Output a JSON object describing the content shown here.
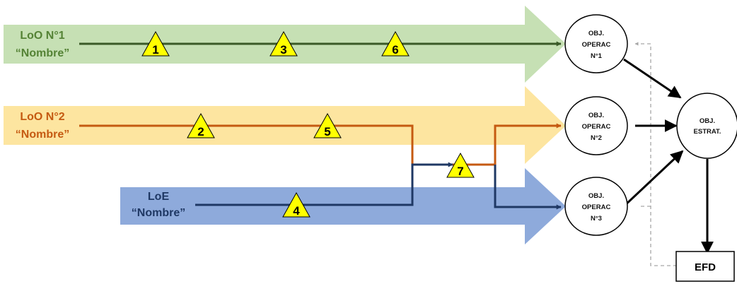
{
  "colors": {
    "loo1_band": "#c6e0b4",
    "loo1_line": "#3a5a27",
    "loo1_text": "#548235",
    "loo2_band": "#fde5a0",
    "loo2_line": "#c55a11",
    "loo2_text": "#c55a11",
    "loe_band": "#8eaadb",
    "loe_line": "#1f3864",
    "loe_text": "#1f3864",
    "milestone_fill": "#ffff00",
    "feedback_dash": "#a6a6a6"
  },
  "lines": {
    "loo1": {
      "title": "LoO N°1",
      "subtitle": "“Nombre”"
    },
    "loo2": {
      "title": "LoO N°2",
      "subtitle": "“Nombre”"
    },
    "loe": {
      "title": "LoE",
      "subtitle": "“Nombre”"
    }
  },
  "milestones": [
    "1",
    "2",
    "3",
    "4",
    "5",
    "6",
    "7"
  ],
  "objectives": {
    "op1": [
      "OBJ.",
      "OPERAC",
      "N°1"
    ],
    "op2": [
      "OBJ.",
      "OPERAC",
      "N°2"
    ],
    "op3": [
      "OBJ.",
      "OPERAC",
      "N°3"
    ],
    "strat": [
      "OBJ.",
      "ESTRAT."
    ]
  },
  "end_state": {
    "label": "EFD"
  }
}
